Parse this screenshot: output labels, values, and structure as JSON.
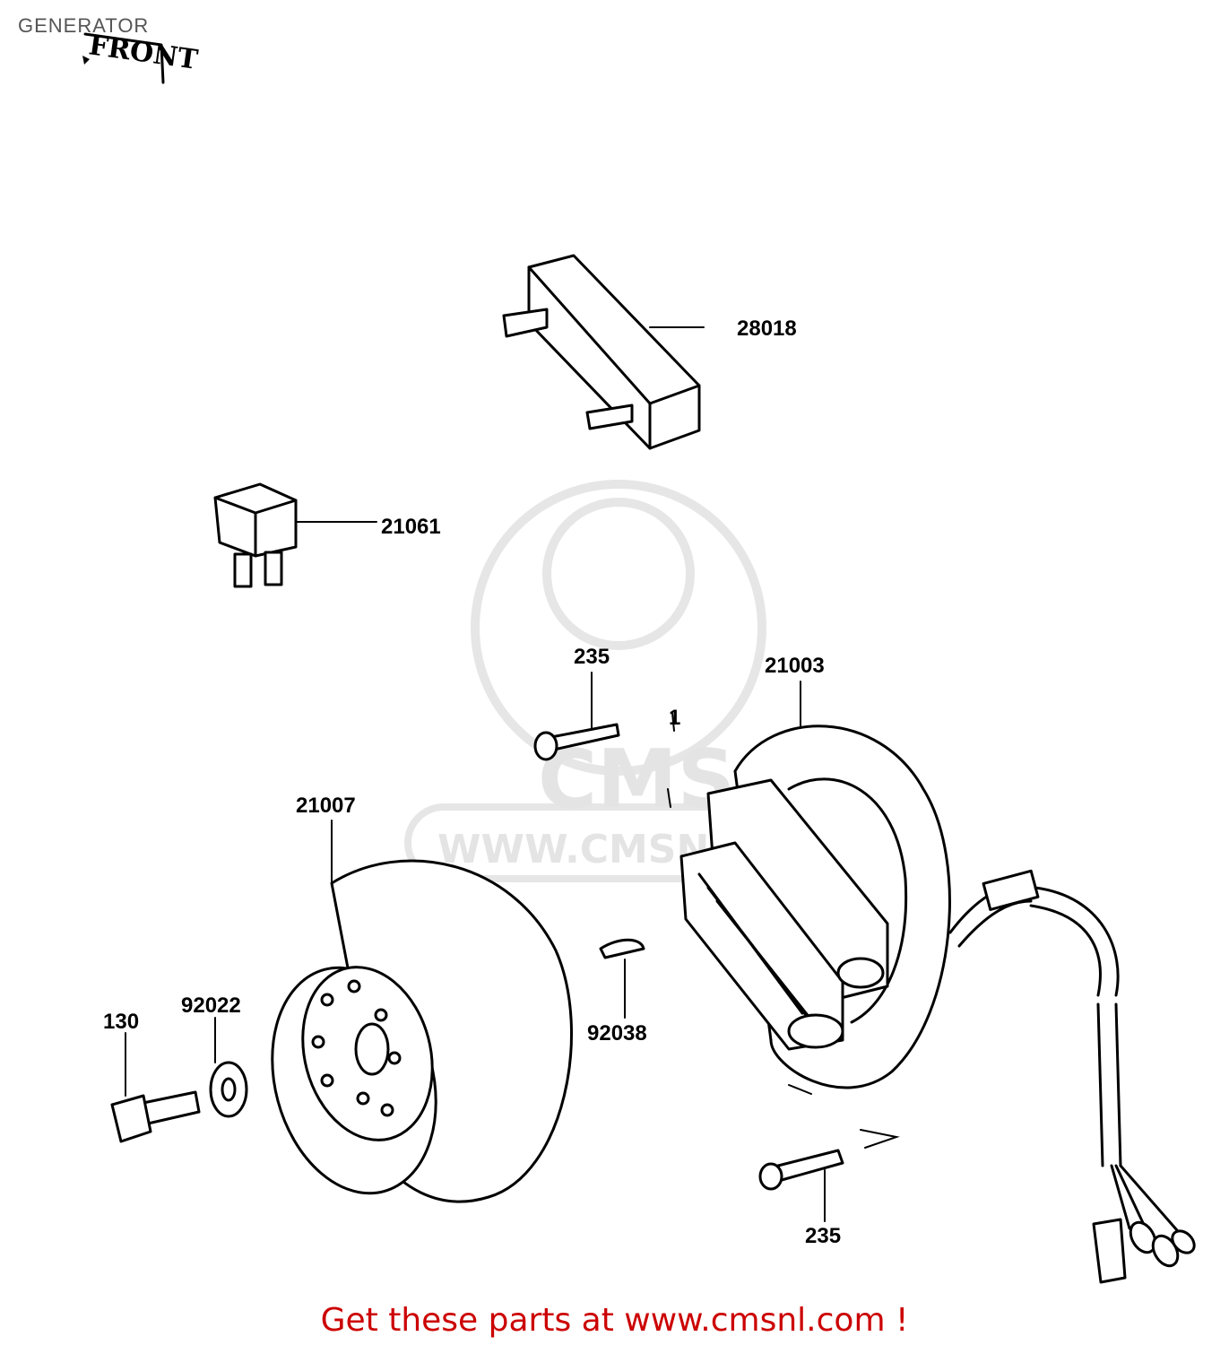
{
  "page": {
    "title": "GENERATOR"
  },
  "front_marker": {
    "text": "FRONT"
  },
  "watermark": {
    "brand": "CMS",
    "url": "WWW.CMSNL.COM"
  },
  "parts": [
    {
      "number": "28018"
    },
    {
      "number": "21061"
    },
    {
      "number": "235"
    },
    {
      "number": "21003"
    },
    {
      "number": "21007"
    },
    {
      "number": "130"
    },
    {
      "number": "92022"
    },
    {
      "number": "92038"
    },
    {
      "number": "235"
    },
    {
      "number": "1"
    }
  ],
  "footer": {
    "text": "Get these parts at www.cmsnl.com !",
    "color": "#cc0000"
  }
}
